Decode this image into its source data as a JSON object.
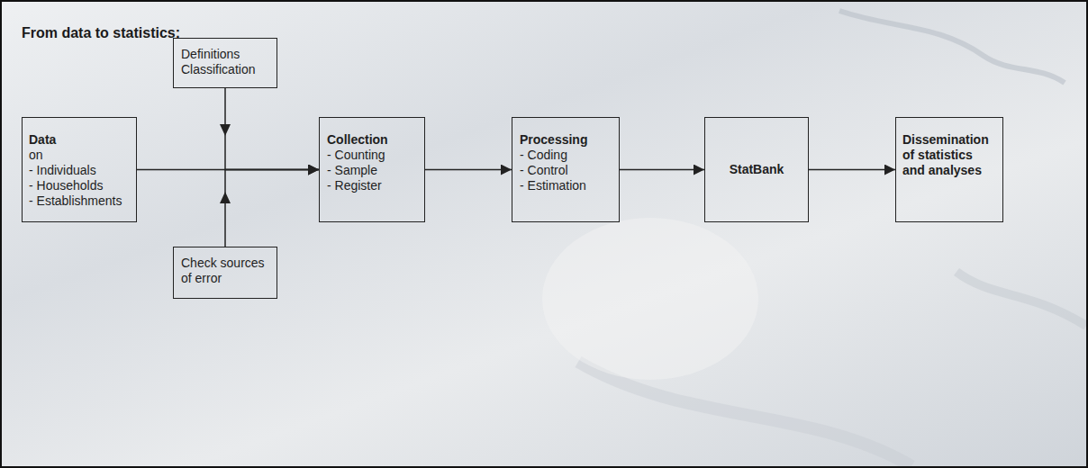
{
  "diagram": {
    "title": "From data to statistics:",
    "nodes": [
      {
        "text": [
          "Data",
          "on",
          "- Individuals",
          "- Households",
          "- Establishments"
        ]
      },
      {
        "text": [
          "Definitions",
          "Classification"
        ]
      },
      {
        "text": [
          "Check sources of error"
        ]
      },
      {
        "text": [
          "Collection",
          "- Counting",
          "- Sample",
          "- Register"
        ]
      },
      {
        "text": [
          "Processing",
          "- Coding",
          "- Control",
          "- Estimation"
        ]
      },
      {
        "text": [
          "StatBank"
        ]
      },
      {
        "text": [
          "Dissemination of statistics and analyses"
        ]
      }
    ],
    "edges": [
      {
        "from": 0,
        "to": 3,
        "arrow": "to"
      },
      {
        "from": 1,
        "to": 3,
        "arrow": "to"
      },
      {
        "from": 2,
        "to": 3,
        "arrow": "to"
      },
      {
        "from": 3,
        "to": 4,
        "arrow": "to"
      },
      {
        "from": 4,
        "to": 5,
        "arrow": "to"
      },
      {
        "from": 5,
        "to": 6,
        "arrow": "to"
      }
    ]
  }
}
